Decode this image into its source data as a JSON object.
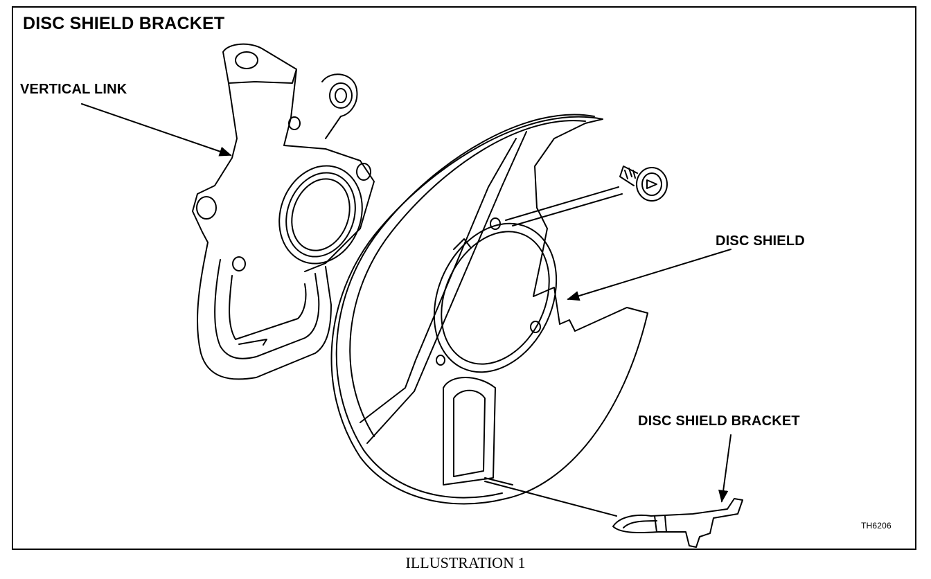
{
  "figure": {
    "title": "DISC SHIELD BRACKET",
    "labels": {
      "vertical_link": "VERTICAL LINK",
      "disc_shield": "DISC SHIELD",
      "disc_shield_bracket": "DISC SHIELD BRACKET"
    },
    "code": "TH6206"
  },
  "caption": "ILLUSTRATION 1"
}
